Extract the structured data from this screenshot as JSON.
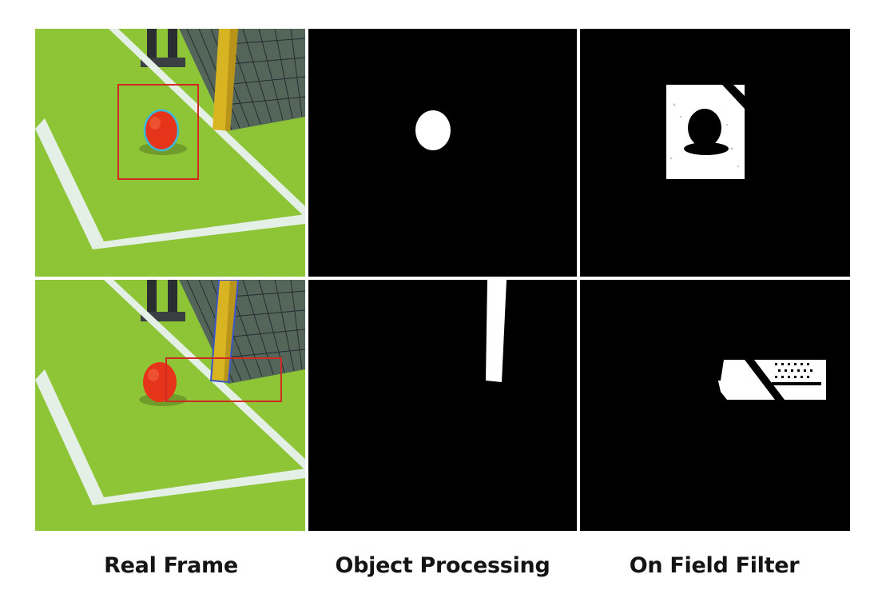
{
  "labels": {
    "real_frame": "Real Frame",
    "object_processing": "Object Processing",
    "on_field_filter": "On Field Filter"
  },
  "colors": {
    "field_green": "#93c93a",
    "line_white": "#e4efe6",
    "ball_red": "#e6341a",
    "box_red": "#d12a22",
    "post_yellow": "#d8b422",
    "outline_blue": "#3a56c8",
    "outline_cyan": "#3cb8d8",
    "mask_black": "#000000",
    "mask_white": "#ffffff"
  }
}
